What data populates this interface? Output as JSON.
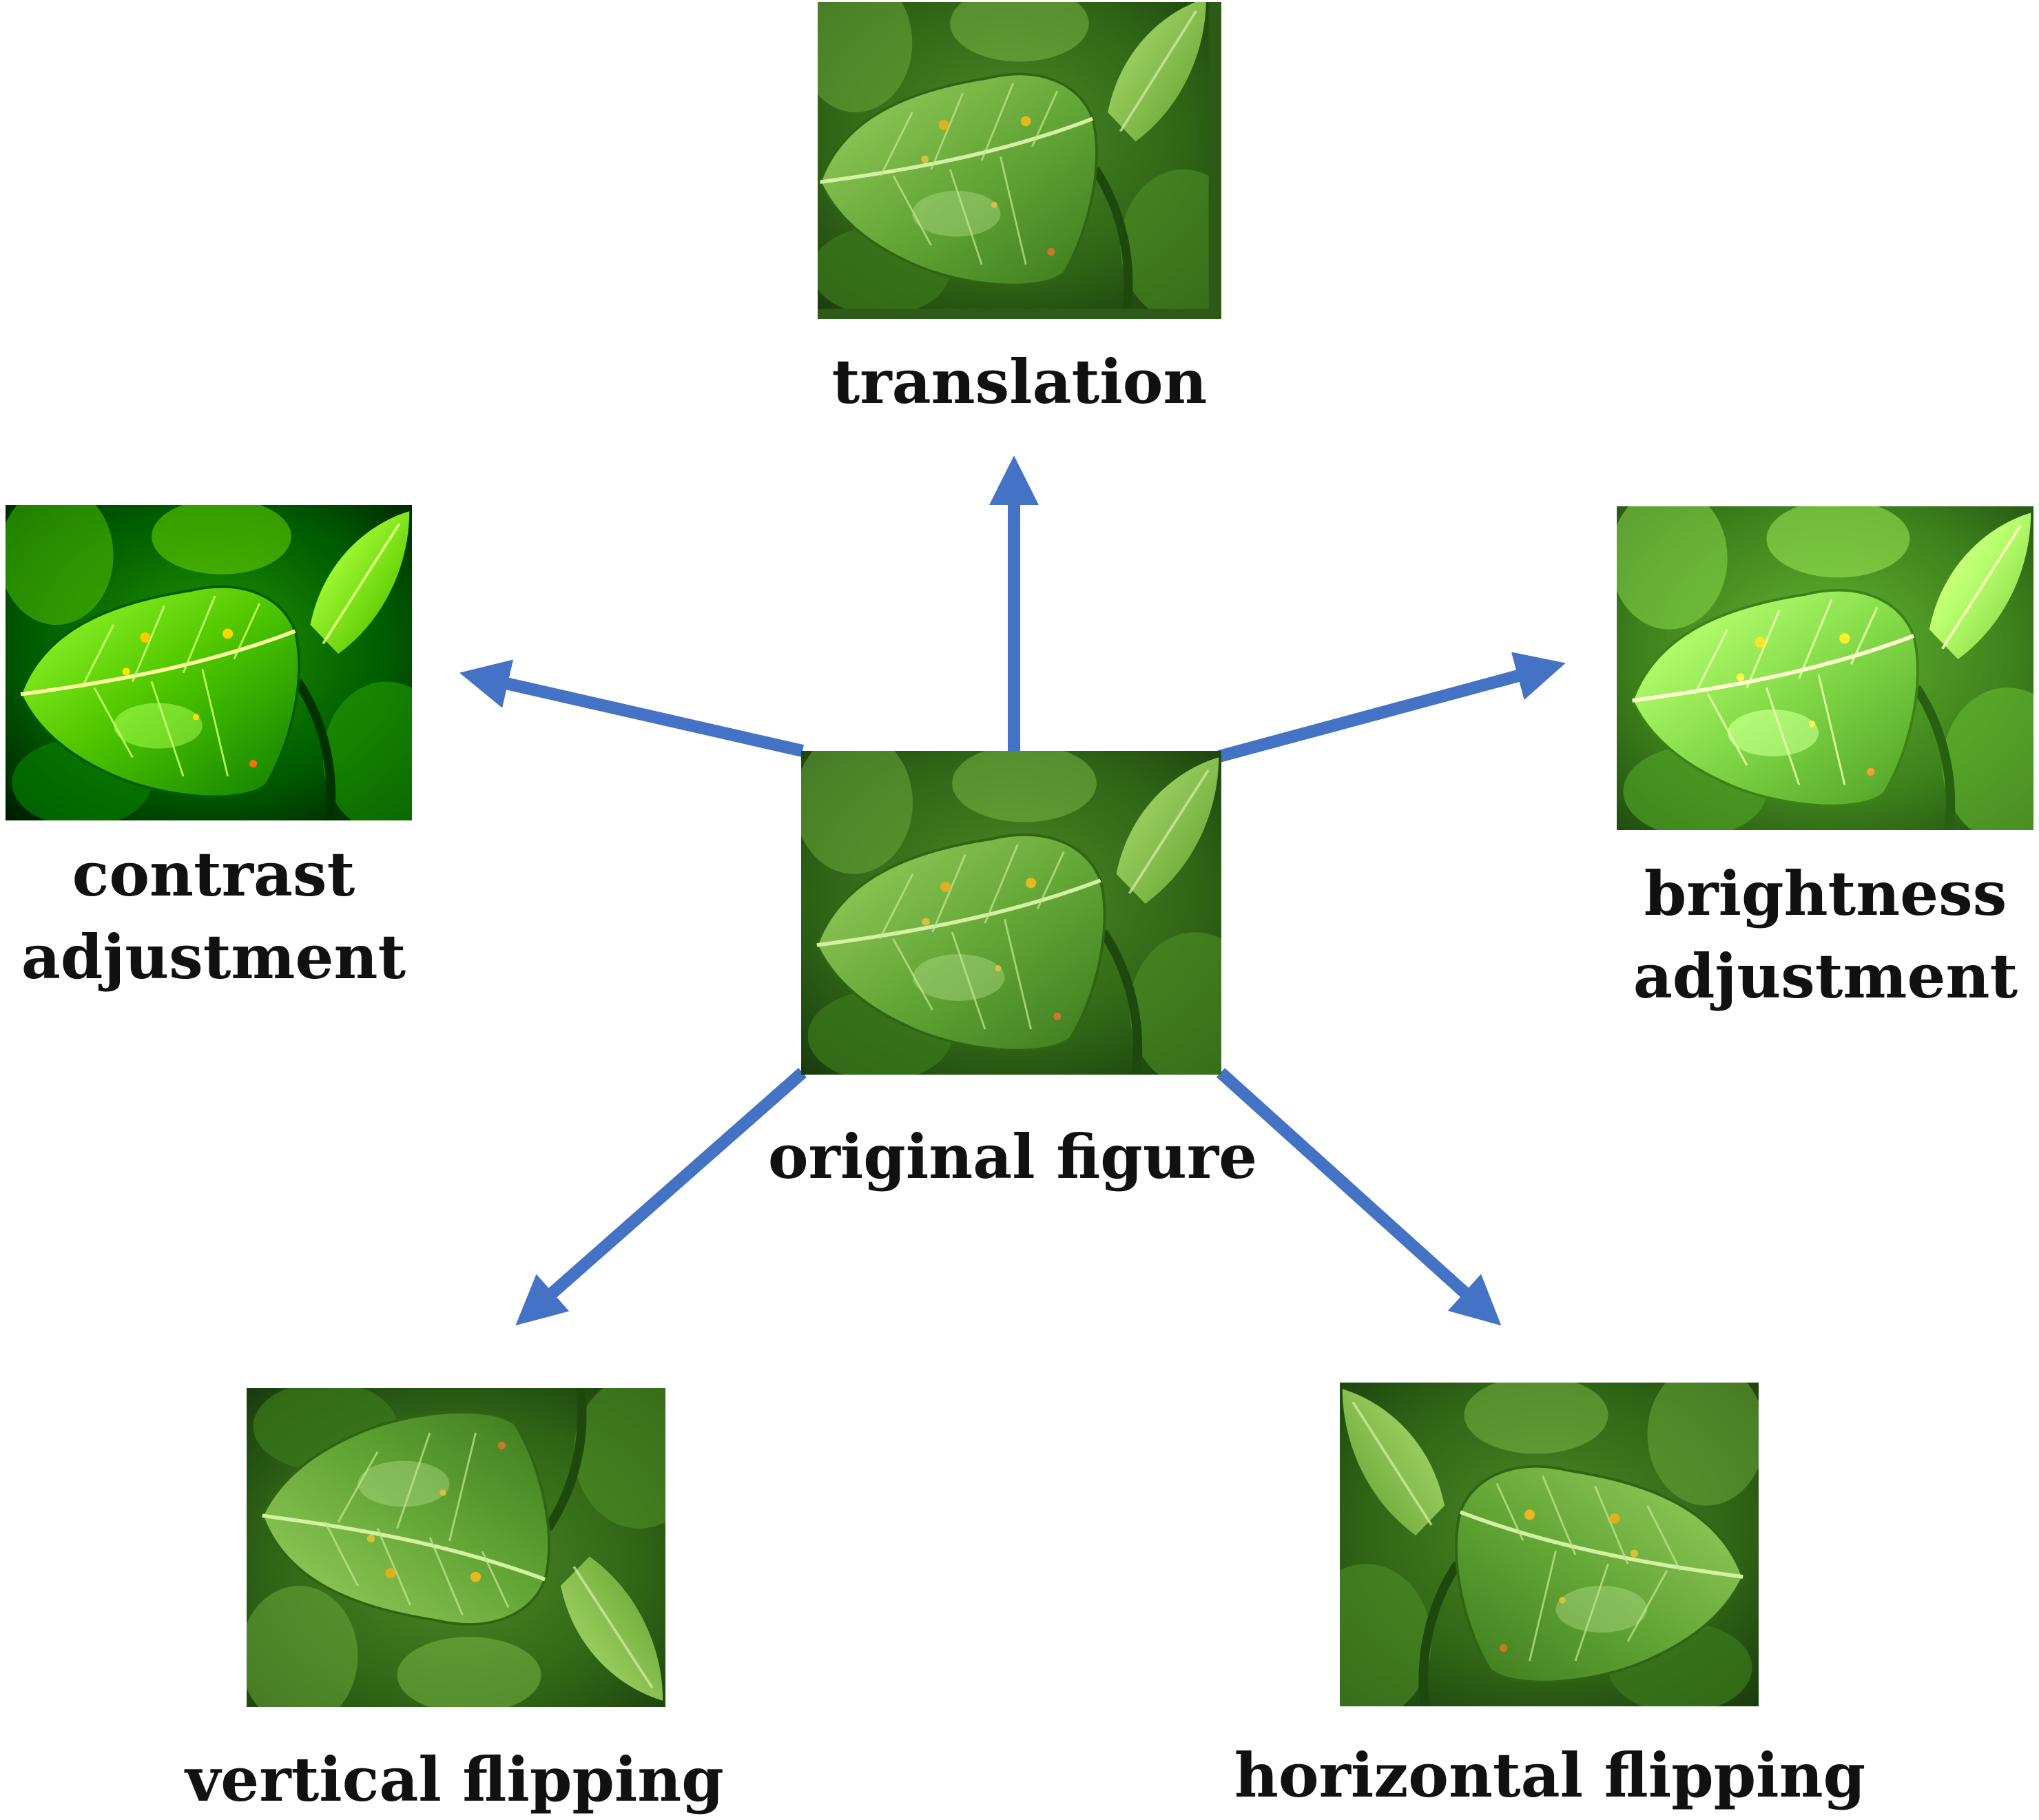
{
  "colors": {
    "arrow": "#4472C4",
    "label_text": "#111111",
    "leaf_light": "#8fc953",
    "leaf_mid": "#5fa032",
    "leaf_dark": "#2f6415",
    "background_dark": "#183a0c",
    "spot": "#e0b020"
  },
  "nodes": {
    "original": {
      "label": "original figure",
      "image": "leaf-photo-original"
    },
    "translation": {
      "label": "translation",
      "image": "leaf-photo-translated"
    },
    "contrast": {
      "label_line1": "contrast",
      "label_line2": "adjustment",
      "image": "leaf-photo-high-contrast"
    },
    "brightness": {
      "label_line1": "brightness",
      "label_line2": "adjustment",
      "image": "leaf-photo-brightened"
    },
    "vertical": {
      "label": "vertical flipping",
      "image": "leaf-photo-vertically-flipped"
    },
    "horizontal": {
      "label": "horizontal flipping",
      "image": "leaf-photo-horizontally-flipped"
    }
  }
}
